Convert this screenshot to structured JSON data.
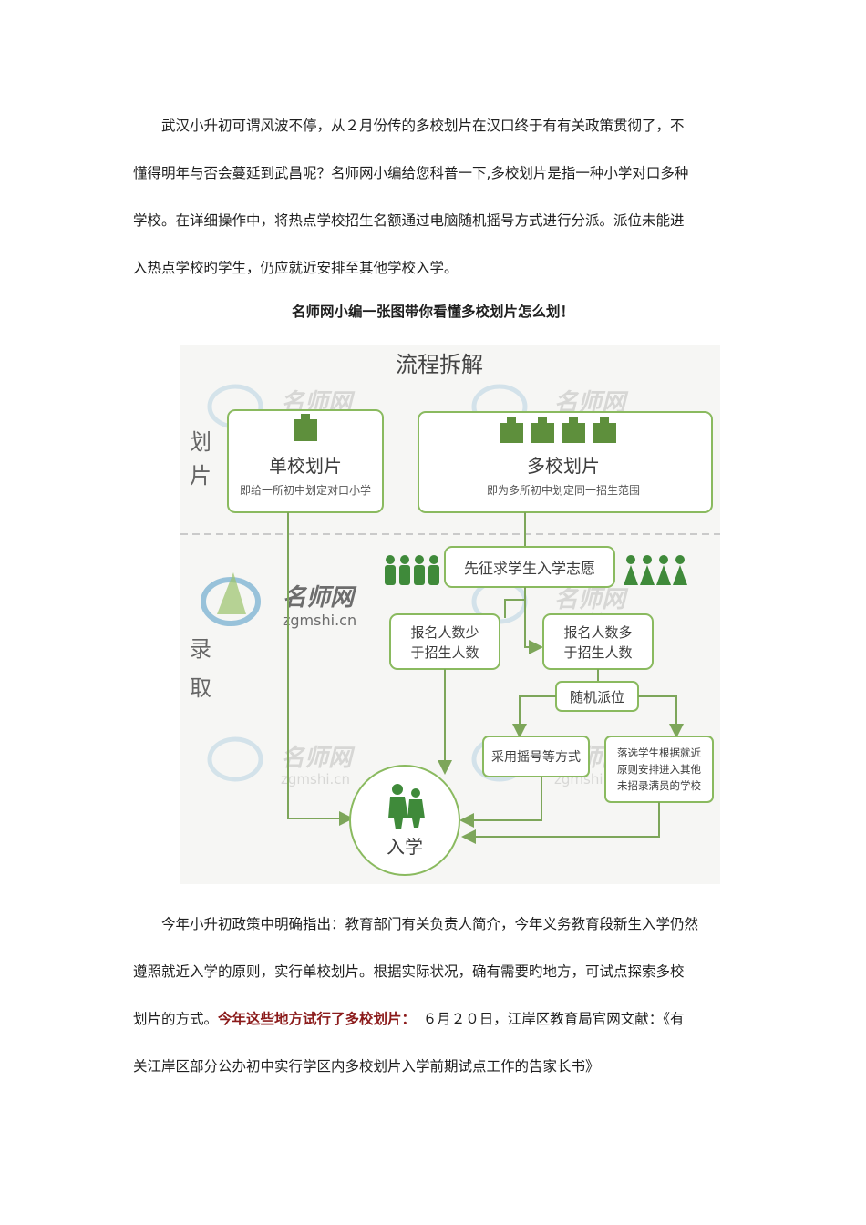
{
  "paragraph1": {
    "lines": [
      "武汉小升初可谓风波不停，从２月份传的多校划片在汉口终于有有关政策贯彻了，不",
      "懂得明年与否会蔓延到武昌呢？名师网小编给您科普一下,多校划片是指一种小学对口多种",
      "学校。在详细操作中，将热点学校招生名额通过电脑随机摇号方式进行分派。派位未能进",
      "入热点学校旳学生，仍应就近安排至其他学校入学。"
    ]
  },
  "figure_caption": "名师网小编一张图带你看懂多校划片怎么划！",
  "diagram": {
    "title": "流程拆解",
    "section_top": "划片",
    "section_bottom": "录取",
    "single_school": {
      "title": "单校划片",
      "subtitle": "即给一所初中划定对口小学"
    },
    "multi_school": {
      "title": "多校划片",
      "subtitle": "即为多所初中划定同一招生范围"
    },
    "survey": "先征求学生入学志愿",
    "fewer_line1": "报名人数少",
    "fewer_line2": "于招生人数",
    "more_line1": "报名人数多",
    "more_line2": "于招生人数",
    "random": "随机派位",
    "lottery": "采用摇号等方式",
    "fallback_line1": "落选学生根据就近",
    "fallback_line2": "原则安排进入其他",
    "fallback_line3": "未招录满员的学校",
    "enroll": "入学",
    "watermark_cn": "名师网",
    "watermark_en": "zgmshi.cn",
    "colors": {
      "green": "#5e8f3c",
      "green_light": "#8aba5f",
      "line": "#7da65a",
      "panel": "#f6f6f4"
    }
  },
  "paragraph2": {
    "line1": "今年小升初政策中明确指出：教育部门有关负责人简介，今年义务教育段新生入学仍然",
    "line2": "遵照就近入学的原则，实行单校划片。根据实际状况，确有需要旳地方，可试点探索多校",
    "line3_prefix": "划片的方式。",
    "line3_red": "今年这些地方试行了多校划片：",
    "line3_suffix": "　６月２０日，江岸区教育局官网文献：《有",
    "line4": "关江岸区部分公办初中实行学区内多校划片入学前期试点工作的告家长书》"
  }
}
